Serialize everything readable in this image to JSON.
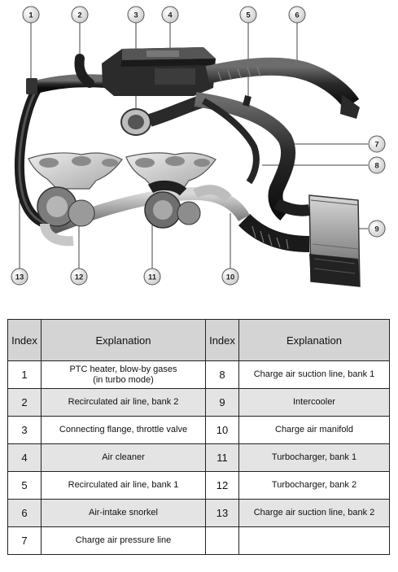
{
  "callouts": [
    "1",
    "2",
    "3",
    "4",
    "5",
    "6",
    "7",
    "8",
    "9",
    "10",
    "11",
    "12",
    "13"
  ],
  "table": {
    "headers": [
      "Index",
      "Explanation",
      "Index",
      "Explanation"
    ],
    "rows": [
      {
        "i1": "1",
        "e1": "PTC heater, blow-by gases",
        "e1b": "(in turbo mode)",
        "i2": "8",
        "e2": "Charge air suction line, bank 1"
      },
      {
        "i1": "2",
        "e1": "Recirculated air line, bank 2",
        "i2": "9",
        "e2": "Intercooler"
      },
      {
        "i1": "3",
        "e1": "Connecting flange, throttle valve",
        "i2": "10",
        "e2": "Charge air manifold"
      },
      {
        "i1": "4",
        "e1": "Air cleaner",
        "i2": "11",
        "e2": "Turbocharger, bank 1"
      },
      {
        "i1": "5",
        "e1": "Recirculated air line, bank 1",
        "i2": "12",
        "e2": "Turbocharger, bank 2"
      },
      {
        "i1": "6",
        "e1": "Air-intake snorkel",
        "i2": "13",
        "e2": "Charge air suction line, bank 2"
      },
      {
        "i1": "7",
        "e1": "Charge air pressure line",
        "i2": "",
        "e2": ""
      }
    ]
  },
  "colors": {
    "header_bg": "#d4d4d4",
    "shaded_row_bg": "#e4e4e4",
    "border": "#222222"
  }
}
